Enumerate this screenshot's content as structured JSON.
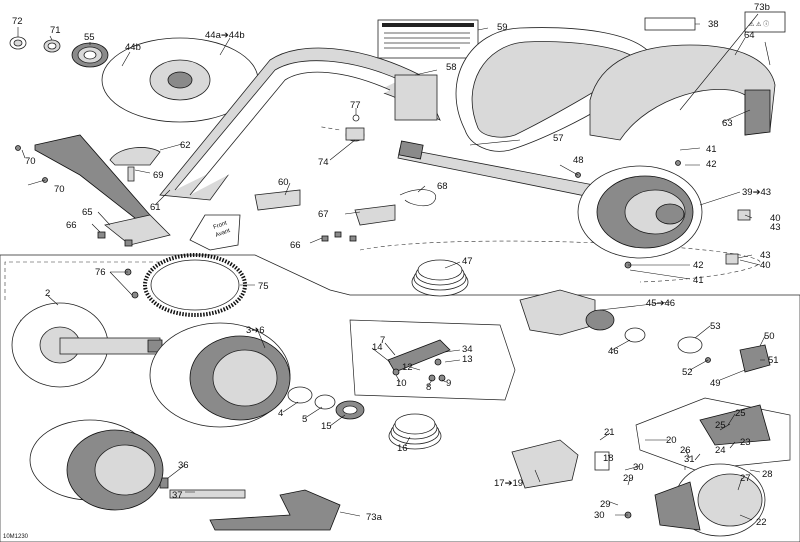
{
  "diagram_code": "10M1230",
  "front_label": [
    "Front",
    "Avant"
  ],
  "callouts": [
    "72",
    "71",
    "55",
    "44b",
    "44a➔44b",
    "59",
    "38",
    "73b",
    "64",
    "58",
    "77",
    "62",
    "70",
    "57",
    "69",
    "74",
    "63",
    "41",
    "48",
    "42",
    "70",
    "68",
    "60",
    "39➔43",
    "61",
    "65",
    "67",
    "66",
    "40",
    "43",
    "66",
    "47",
    "42",
    "43",
    "41",
    "40",
    "76",
    "75",
    "2",
    "45➔46",
    "3➔6",
    "7",
    "53",
    "50",
    "14",
    "34",
    "13",
    "46",
    "52",
    "51",
    "12",
    "10",
    "8",
    "9",
    "49",
    "4",
    "5",
    "15",
    "16",
    "21",
    "25",
    "20",
    "25",
    "36",
    "18",
    "26",
    "23",
    "24",
    "31",
    "30",
    "28",
    "17➔19",
    "29",
    "27",
    "37",
    "29",
    "30",
    "73a",
    "22"
  ],
  "label_ids": {
    "c72": "72",
    "c71": "71",
    "c55": "55",
    "c44b": "44b",
    "c44a": "44a➔44b",
    "c59": "59",
    "c38": "38",
    "c73b": "73b",
    "c64": "64",
    "c58": "58",
    "c77": "77",
    "c62": "62",
    "c70a": "70",
    "c57": "57",
    "c69": "69",
    "c74": "74",
    "c63": "63",
    "c41a": "41",
    "c48": "48",
    "c42a": "42",
    "c70b": "70",
    "c68": "68",
    "c60": "60",
    "c39": "39➔43",
    "c61": "61",
    "c65": "65",
    "c67": "67",
    "c66a": "66",
    "c40a": "40",
    "c43a": "43",
    "c66b": "66",
    "c47": "47",
    "c42b": "42",
    "c43b": "43",
    "c41b": "41",
    "c40b": "40",
    "c76": "76",
    "c75": "75",
    "c2": "2",
    "c45": "45➔46",
    "c3": "3➔6",
    "c7": "7",
    "c53": "53",
    "c50": "50",
    "c14": "14",
    "c34": "34",
    "c13": "13",
    "c46": "46",
    "c52": "52",
    "c51": "51",
    "c12": "12",
    "c10": "10",
    "c8": "8",
    "c9": "9",
    "c49": "49",
    "c4": "4",
    "c5": "5",
    "c15": "15",
    "c16": "16",
    "c21": "21",
    "c25a": "25",
    "c20": "20",
    "c25b": "25",
    "c36": "36",
    "c18": "18",
    "c26": "26",
    "c23": "23",
    "c24": "24",
    "c31": "31",
    "c30a": "30",
    "c28": "28",
    "c17": "17➔19",
    "c29a": "29",
    "c27": "27",
    "c37": "37",
    "c29b": "29",
    "c30b": "30",
    "c73a": "73a",
    "c22": "22"
  }
}
